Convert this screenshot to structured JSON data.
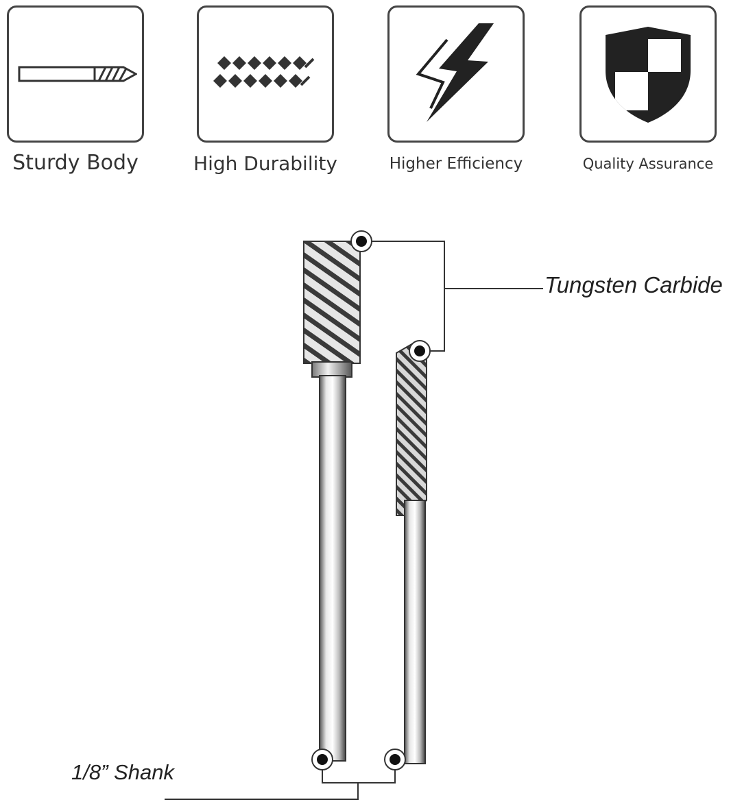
{
  "features": [
    {
      "label": "Sturdy Body",
      "icon": "drill-bit-icon"
    },
    {
      "label": "High Durability",
      "icon": "zigzag-texture-icon"
    },
    {
      "label": "Higher Efficiency",
      "icon": "lightning-bolt-icon"
    },
    {
      "label": "Quality Assurance",
      "icon": "shield-icon"
    }
  ],
  "callouts": {
    "tungsten_carbide": "Tungsten Carbide",
    "shank": "1/8” Shank"
  }
}
